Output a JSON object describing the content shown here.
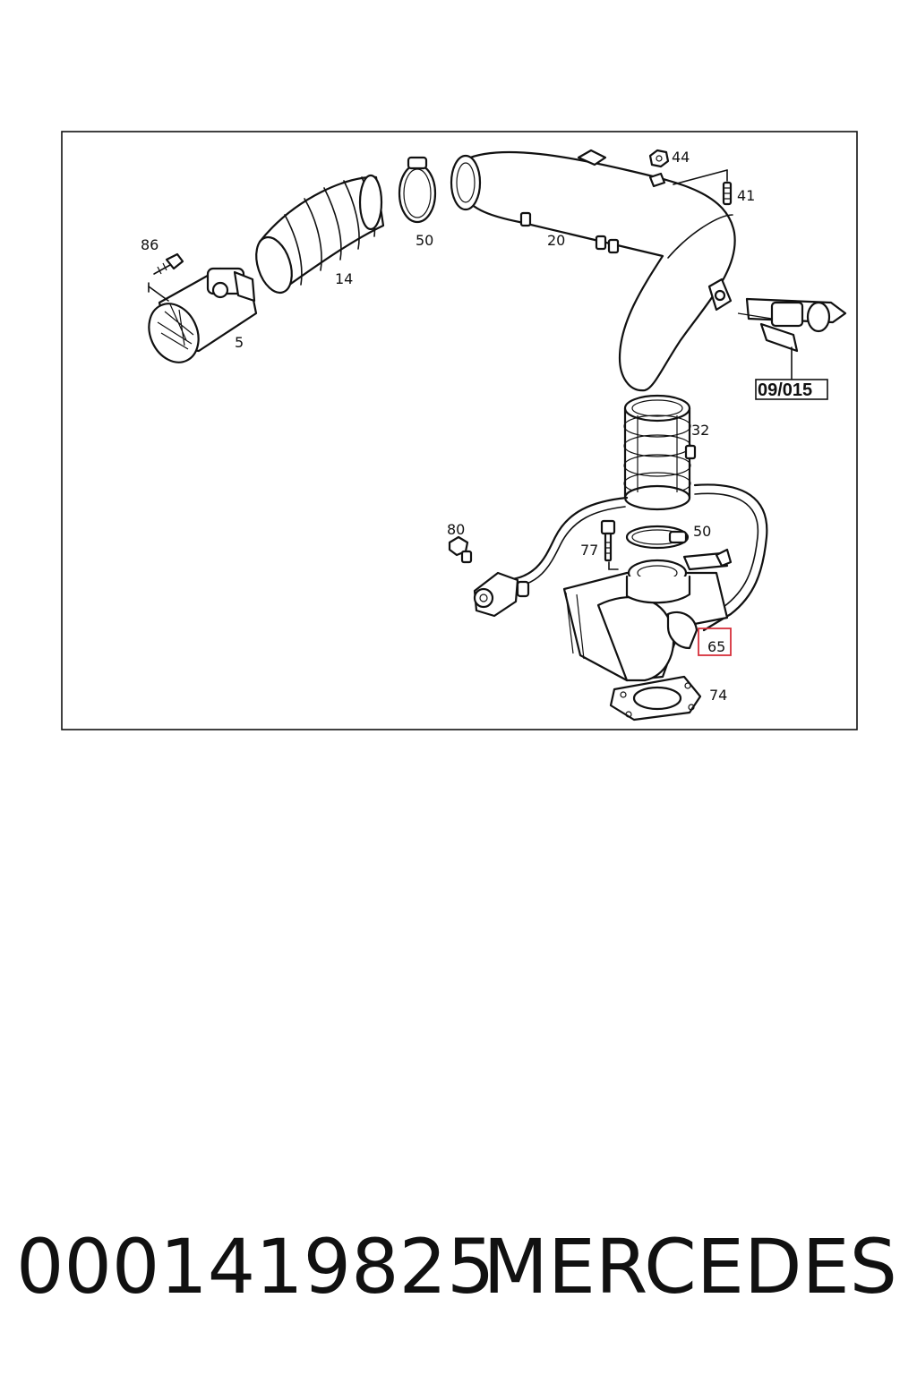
{
  "diagram": {
    "callouts": {
      "c5": "5",
      "c14": "14",
      "c20": "20",
      "c32": "32",
      "c41": "41",
      "c44": "44",
      "c50a": "50",
      "c50b": "50",
      "c65": "65",
      "c74": "74",
      "c77": "77",
      "c80": "80",
      "c86": "86"
    },
    "reference": "09/015",
    "highlight_color": "#d62f3a"
  },
  "footer": {
    "part_number": "0001419825",
    "brand": "MERCEDES"
  }
}
